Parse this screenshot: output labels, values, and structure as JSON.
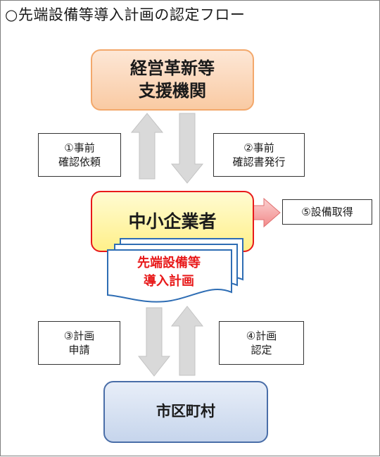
{
  "title": "○先端設備等導入計画の認定フロー",
  "nodes": {
    "support_org": {
      "line1": "経営革新等",
      "line2": "支援機関"
    },
    "sme": {
      "label": "中小企業者"
    },
    "municipality": {
      "label": "市区町村"
    }
  },
  "document": {
    "line1": "先端設備等",
    "line2": "導入計画"
  },
  "steps": {
    "step1": {
      "line1": "①事前",
      "line2": "確認依頼"
    },
    "step2": {
      "line1": "②事前",
      "line2": "確認書発行"
    },
    "step3": {
      "line1": "③計画",
      "line2": "申請"
    },
    "step4": {
      "line1": "④計画",
      "line2": "認定"
    },
    "step5": {
      "line1": "⑤設備取得"
    }
  },
  "colors": {
    "support_org_border": "#f3a86b",
    "sme_border": "#e8191a",
    "municipality_border": "#4a6ea8",
    "document_border": "#2e6db4",
    "document_text": "#e8191a",
    "gray_arrow": "#d9d9d9",
    "red_arrow": "#f4a0a0"
  }
}
